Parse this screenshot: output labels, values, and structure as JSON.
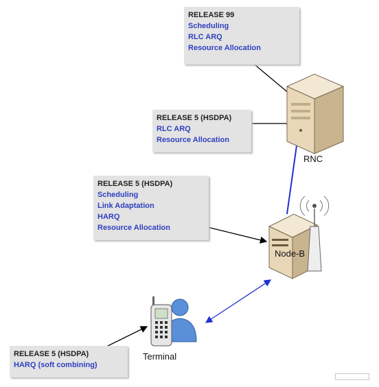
{
  "callouts": {
    "release99": {
      "title": "RELEASE 99",
      "items": [
        "Scheduling",
        "RLC ARQ",
        "Resource Allocation"
      ]
    },
    "rel5_rnc": {
      "title": "RELEASE 5 (HSDPA)",
      "items": [
        "RLC ARQ",
        "Resource Allocation"
      ]
    },
    "rel5_nodeb": {
      "title": "RELEASE 5 (HSDPA)",
      "items": [
        "Scheduling",
        "Link Adaptation",
        "HARQ",
        "Resource Allocation"
      ]
    },
    "rel5_terminal": {
      "title": "RELEASE 5 (HSDPA)",
      "items": [
        "HARQ (soft combining)"
      ]
    }
  },
  "nodes": {
    "rnc": "RNC",
    "nodeb": "Node-B",
    "terminal": "Terminal"
  },
  "colors": {
    "callout_bg": "#e3e3e3",
    "item_text": "#3040c0",
    "link": "#2030d0",
    "arrow": "#000000"
  }
}
